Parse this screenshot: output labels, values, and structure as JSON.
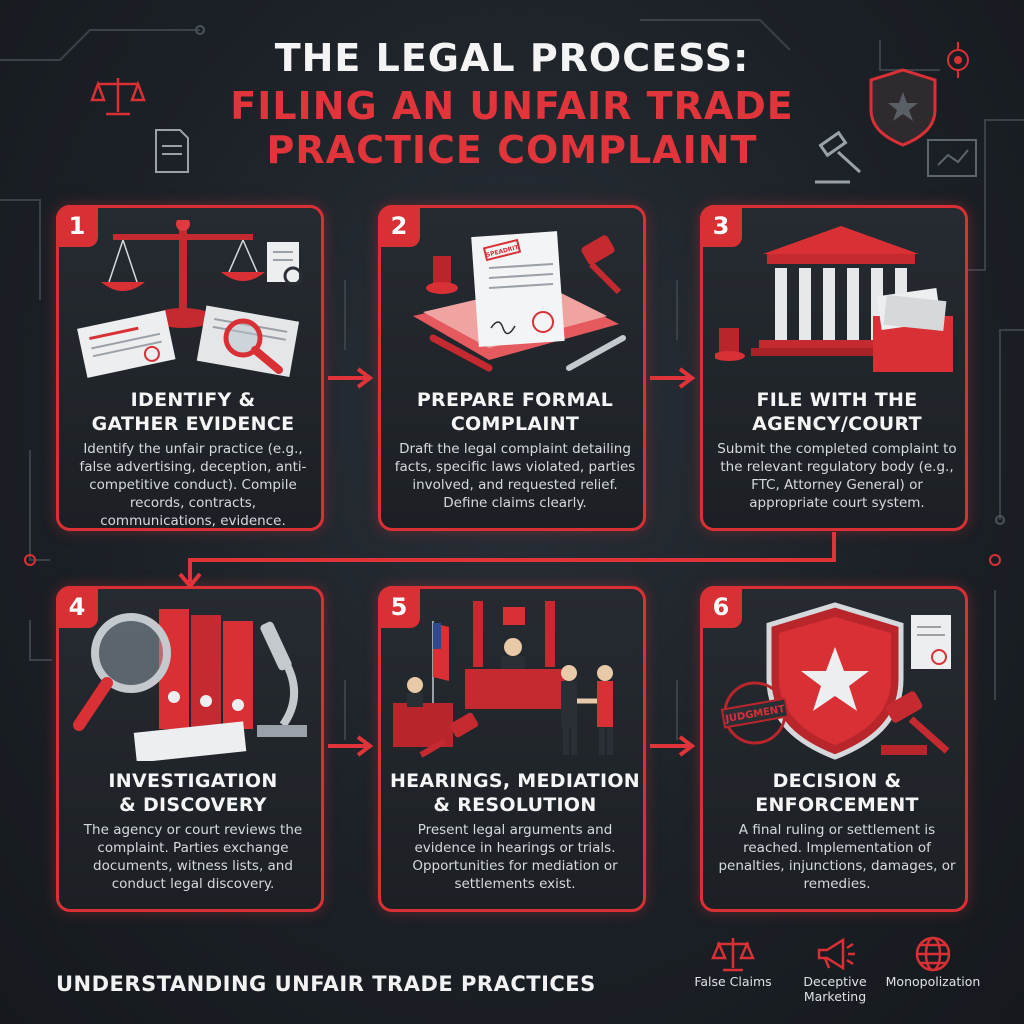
{
  "header": {
    "line1": "THE LEGAL PROCESS:",
    "line2": "FILING AN UNFAIR TRADE",
    "line3": "PRACTICE COMPLAINT"
  },
  "steps": [
    {
      "number": "1",
      "title_line1": "IDENTIFY &",
      "title_line2": "GATHER EVIDENCE",
      "desc": "Identify the unfair practice (e.g., false advertising, deception, anti-competitive conduct). Compile records, contracts, communications, evidence."
    },
    {
      "number": "2",
      "title_line1": "PREPARE FORMAL",
      "title_line2": "COMPLAINT",
      "desc": "Draft the legal complaint detailing facts, specific laws violated, parties involved, and requested relief. Define claims clearly."
    },
    {
      "number": "3",
      "title_line1": "FILE WITH THE",
      "title_line2": "AGENCY/COURT",
      "desc": "Submit the completed complaint to the relevant regulatory body (e.g., FTC, Attorney General) or appropriate court system."
    },
    {
      "number": "4",
      "title_line1": "INVESTIGATION",
      "title_line2": "& DISCOVERY",
      "desc": "The agency or court reviews the complaint. Parties exchange documents, witness lists, and conduct legal discovery."
    },
    {
      "number": "5",
      "title_line1": "HEARINGS, MEDIATION",
      "title_line2": "& RESOLUTION",
      "desc": "Present legal arguments and evidence in hearings or trials. Opportunities for mediation or settlements exist."
    },
    {
      "number": "6",
      "title_line1": "DECISION &",
      "title_line2": "ENFORCEMENT",
      "desc": "A final ruling or settlement is reached. Implementation of penalties, injunctions, damages, or remedies."
    }
  ],
  "stamps": {
    "filed": "SPEADRIT",
    "judgment": "JUDGMENT"
  },
  "footer": {
    "title": "UNDERSTANDING UNFAIR TRADE PRACTICES",
    "icons": [
      {
        "label": "False Claims",
        "icon": "scales-icon"
      },
      {
        "label_line1": "Deceptive",
        "label_line2": "Marketing",
        "icon": "megaphone-icon"
      },
      {
        "label": "Monopolization",
        "icon": "globe-icon"
      }
    ]
  },
  "colors": {
    "accent": "#d93036",
    "background": "#1c2127",
    "text": "#f4f4f4"
  }
}
